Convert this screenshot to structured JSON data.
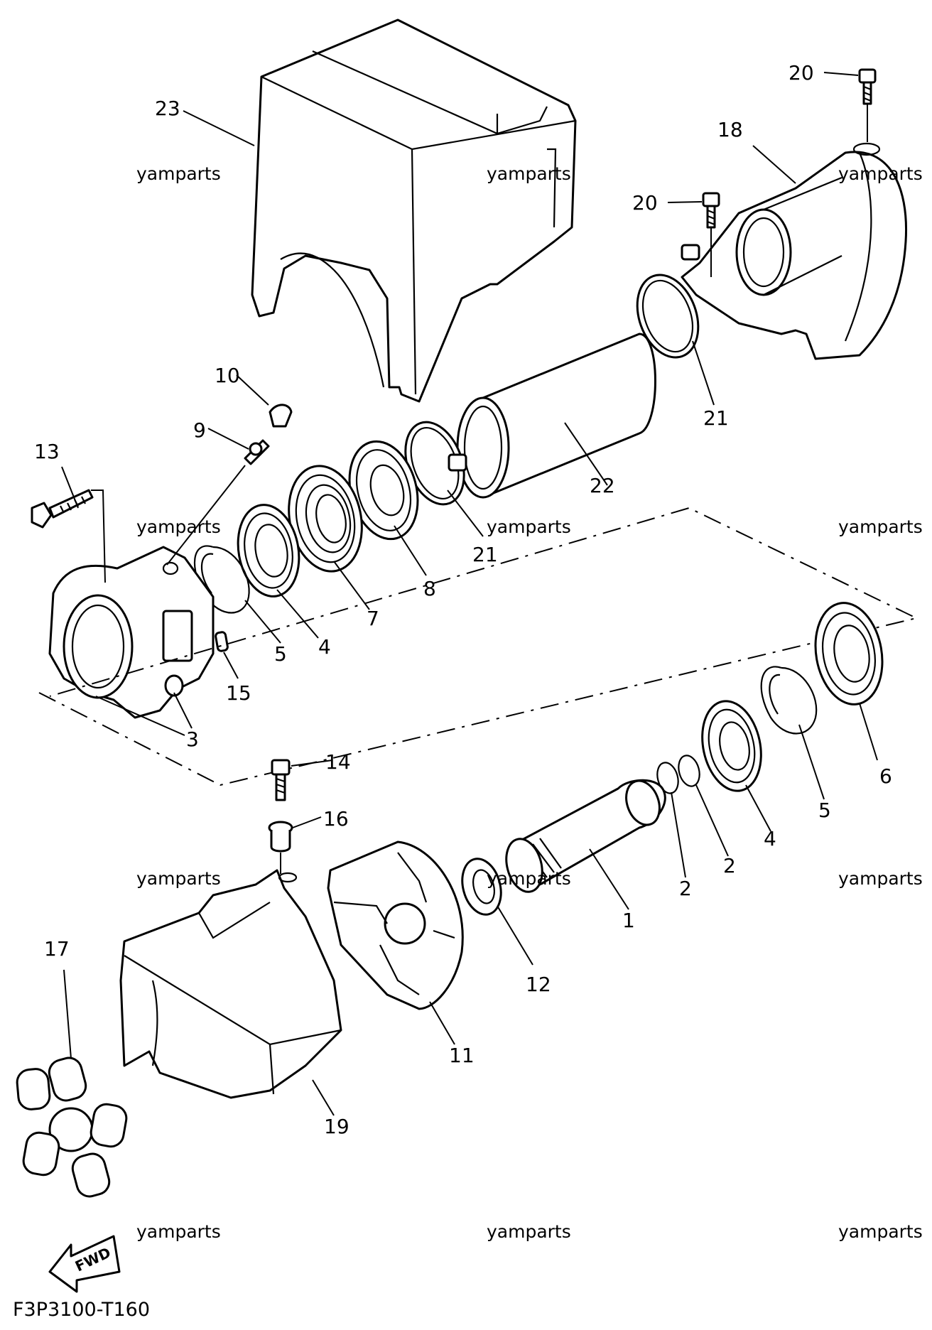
{
  "diagram": {
    "code": "F3P3100-T160",
    "fwd_label": "FWD",
    "watermark": "yamparts",
    "callouts": [
      "1",
      "2",
      "2",
      "3",
      "4",
      "4",
      "5",
      "5",
      "6",
      "7",
      "8",
      "9",
      "10",
      "11",
      "12",
      "13",
      "14",
      "15",
      "16",
      "17",
      "18",
      "19",
      "20",
      "20",
      "21",
      "21",
      "22",
      "23"
    ]
  }
}
